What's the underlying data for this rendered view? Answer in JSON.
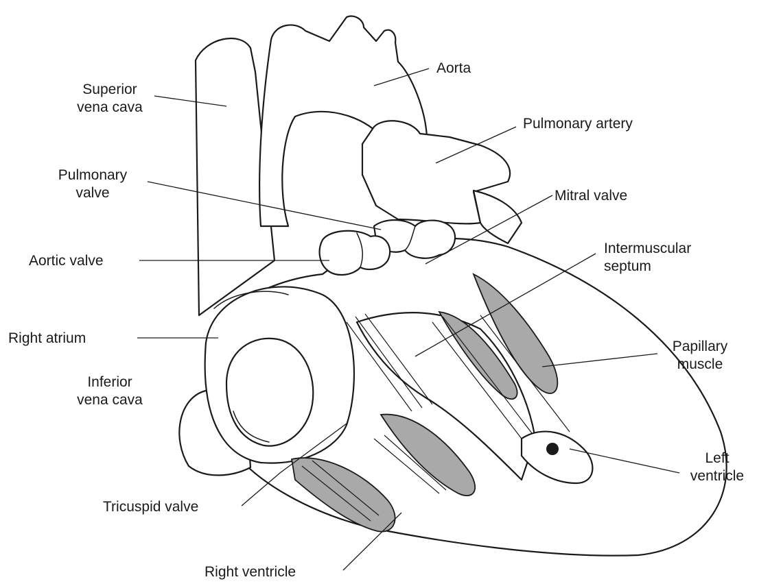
{
  "colors": {
    "line": "#1a1a1a",
    "muscle": "#a9a9a9",
    "background": "#ffffff"
  },
  "labels": {
    "aorta": "Aorta",
    "superior_vena_cava": "Superior\nvena cava",
    "pulmonary_artery": "Pulmonary artery",
    "pulmonary_valve": "Pulmonary\nvalve",
    "mitral_valve": "Mitral valve",
    "intermuscular_septum": "Intermuscular\nseptum",
    "aortic_valve": "Aortic valve",
    "right_atrium": "Right atrium",
    "papillary_muscle": "Papillary\nmuscle",
    "inferior_vena_cava": "Inferior\nvena cava",
    "left_ventricle": "Left\nventricle",
    "tricuspid_valve": "Tricuspid valve",
    "right_ventricle": "Right ventricle"
  }
}
